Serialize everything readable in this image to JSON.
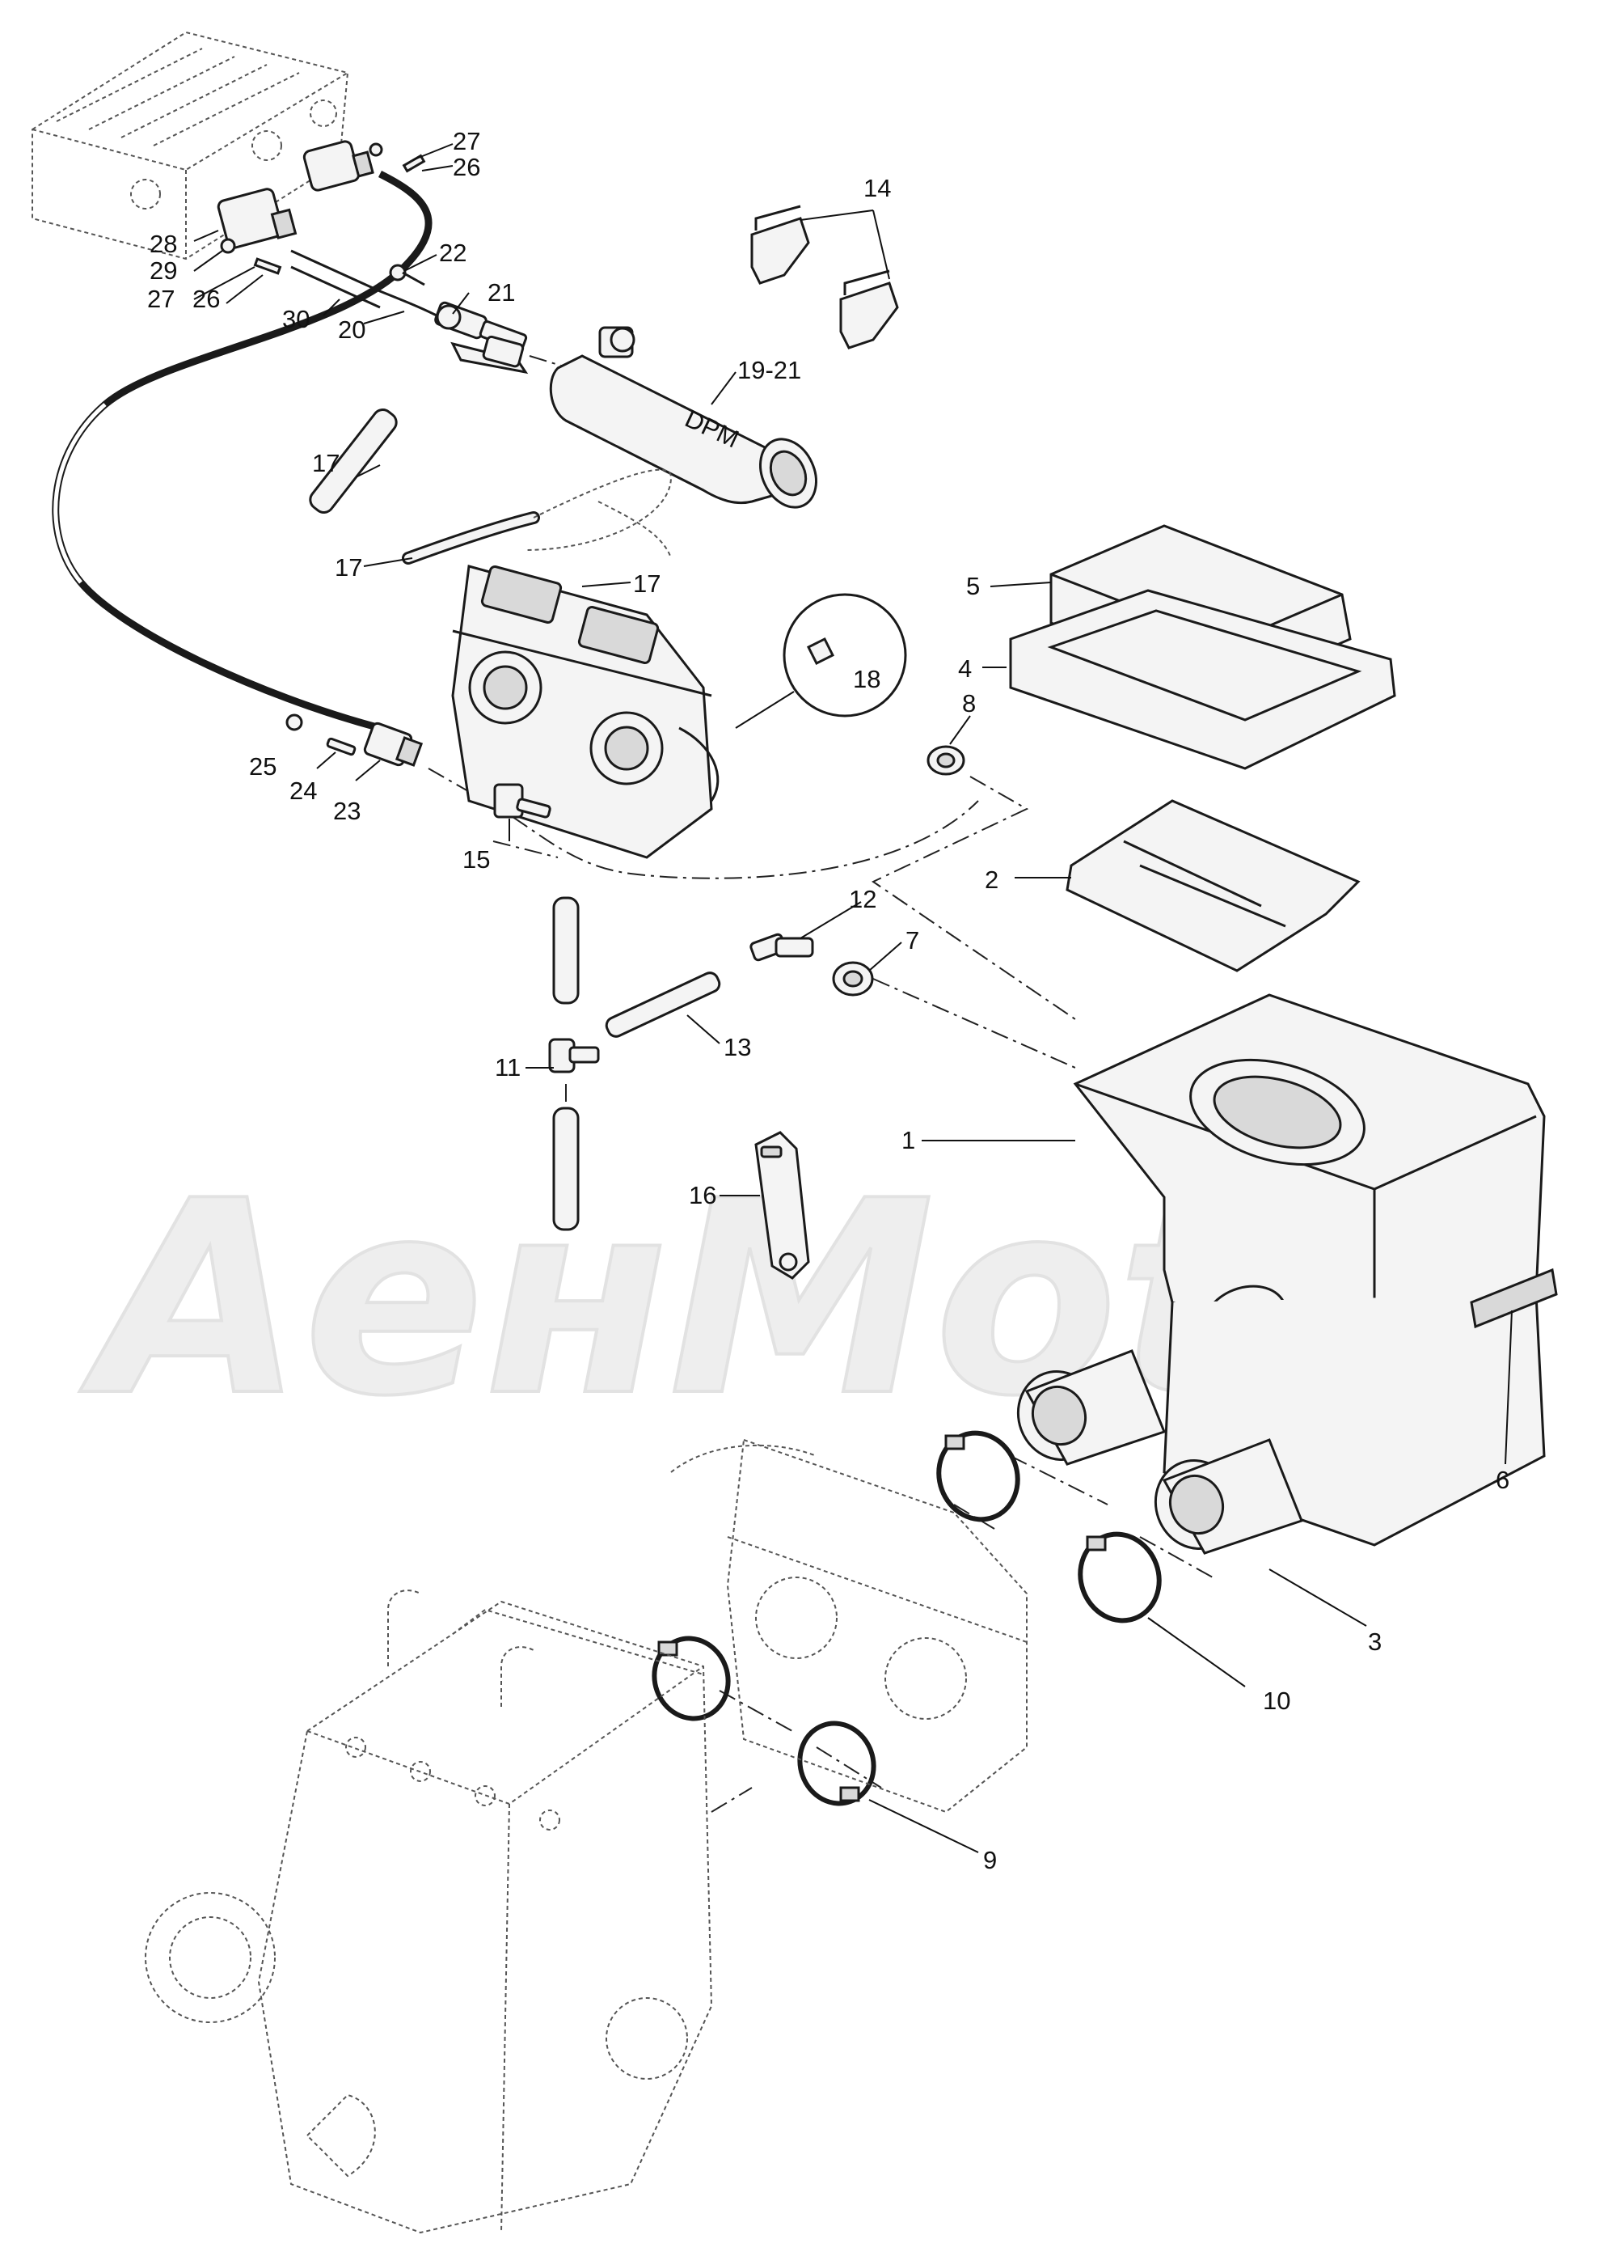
{
  "watermark": {
    "text": "AeнMoto"
  },
  "callouts": [
    {
      "id": "c27a",
      "text": "27"
    },
    {
      "id": "c26a",
      "text": "26"
    },
    {
      "id": "c14",
      "text": "14"
    },
    {
      "id": "c28",
      "text": "28"
    },
    {
      "id": "c22",
      "text": "22"
    },
    {
      "id": "c29",
      "text": "29"
    },
    {
      "id": "c27b",
      "text": "27"
    },
    {
      "id": "c26b",
      "text": "26"
    },
    {
      "id": "c21",
      "text": "21"
    },
    {
      "id": "c30",
      "text": "30"
    },
    {
      "id": "c20",
      "text": "20"
    },
    {
      "id": "c19-21",
      "text": "19-21"
    },
    {
      "id": "c17a",
      "text": "17"
    },
    {
      "id": "c17b",
      "text": "17"
    },
    {
      "id": "c17c",
      "text": "17"
    },
    {
      "id": "c5",
      "text": "5"
    },
    {
      "id": "c4",
      "text": "4"
    },
    {
      "id": "c18",
      "text": "18"
    },
    {
      "id": "c8",
      "text": "8"
    },
    {
      "id": "c25",
      "text": "25"
    },
    {
      "id": "c24",
      "text": "24"
    },
    {
      "id": "c23",
      "text": "23"
    },
    {
      "id": "c15",
      "text": "15"
    },
    {
      "id": "c2",
      "text": "2"
    },
    {
      "id": "c12",
      "text": "12"
    },
    {
      "id": "c7",
      "text": "7"
    },
    {
      "id": "c13",
      "text": "13"
    },
    {
      "id": "c11",
      "text": "11"
    },
    {
      "id": "c1",
      "text": "1"
    },
    {
      "id": "c16",
      "text": "16"
    },
    {
      "id": "c6",
      "text": "6"
    },
    {
      "id": "c3",
      "text": "3"
    },
    {
      "id": "c10",
      "text": "10"
    },
    {
      "id": "c9",
      "text": "9"
    }
  ],
  "parts": [
    {
      "name": "dpm-manifold-label",
      "text": "DPM"
    }
  ]
}
